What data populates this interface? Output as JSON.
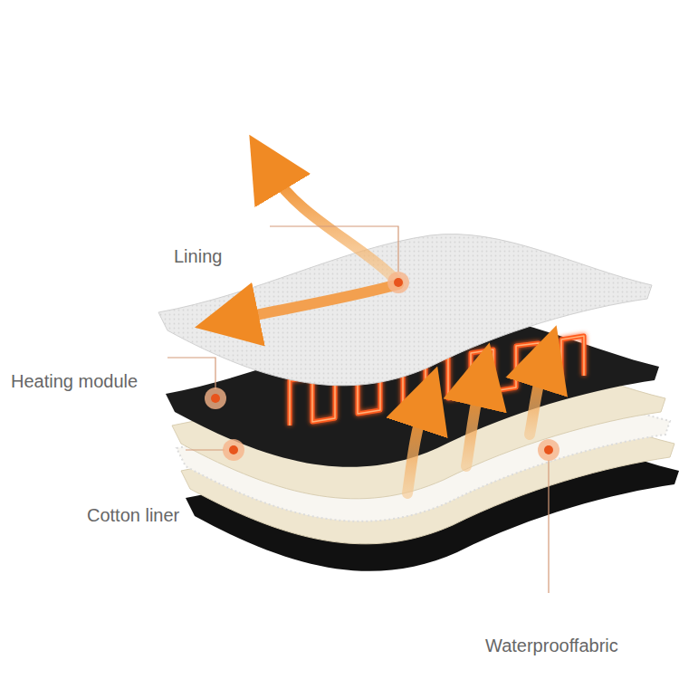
{
  "diagram": {
    "labels": [
      "Lining",
      "Heating module",
      "Cotton liner",
      "Waterprooffabric"
    ]
  }
}
